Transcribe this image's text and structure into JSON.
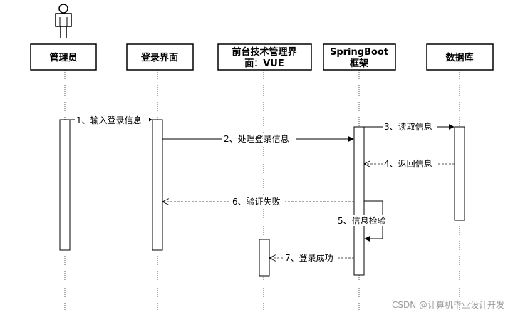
{
  "actor_icon": "person-icon",
  "participants": [
    {
      "id": "admin",
      "label_lines": [
        "管理员"
      ]
    },
    {
      "id": "login",
      "label_lines": [
        "登录界面"
      ]
    },
    {
      "id": "frontend",
      "label_lines": [
        "前台技术管理界",
        "面：VUE"
      ]
    },
    {
      "id": "spring",
      "label_lines": [
        "SpringBoot",
        "框架"
      ]
    },
    {
      "id": "db",
      "label_lines": [
        "数据库"
      ]
    }
  ],
  "messages": [
    {
      "id": "m1",
      "label": "1、输入登录信息",
      "from": "admin",
      "to": "login",
      "style": "solid"
    },
    {
      "id": "m2",
      "label": "2、处理登录信息",
      "from": "login",
      "to": "spring",
      "style": "solid"
    },
    {
      "id": "m3",
      "label": "3、读取信息",
      "from": "spring",
      "to": "db",
      "style": "solid"
    },
    {
      "id": "m4",
      "label": "4、返回信息",
      "from": "db",
      "to": "spring",
      "style": "dashed"
    },
    {
      "id": "m5",
      "label": "5、信息检验",
      "from": "spring",
      "to": "spring",
      "style": "self"
    },
    {
      "id": "m6",
      "label": "6、验证失败",
      "from": "spring",
      "to": "login",
      "style": "dashed"
    },
    {
      "id": "m7",
      "label": "7、登录成功",
      "from": "spring",
      "to": "frontend",
      "style": "dashed"
    }
  ],
  "watermark": "CSDN @计算机毕业设计开发"
}
